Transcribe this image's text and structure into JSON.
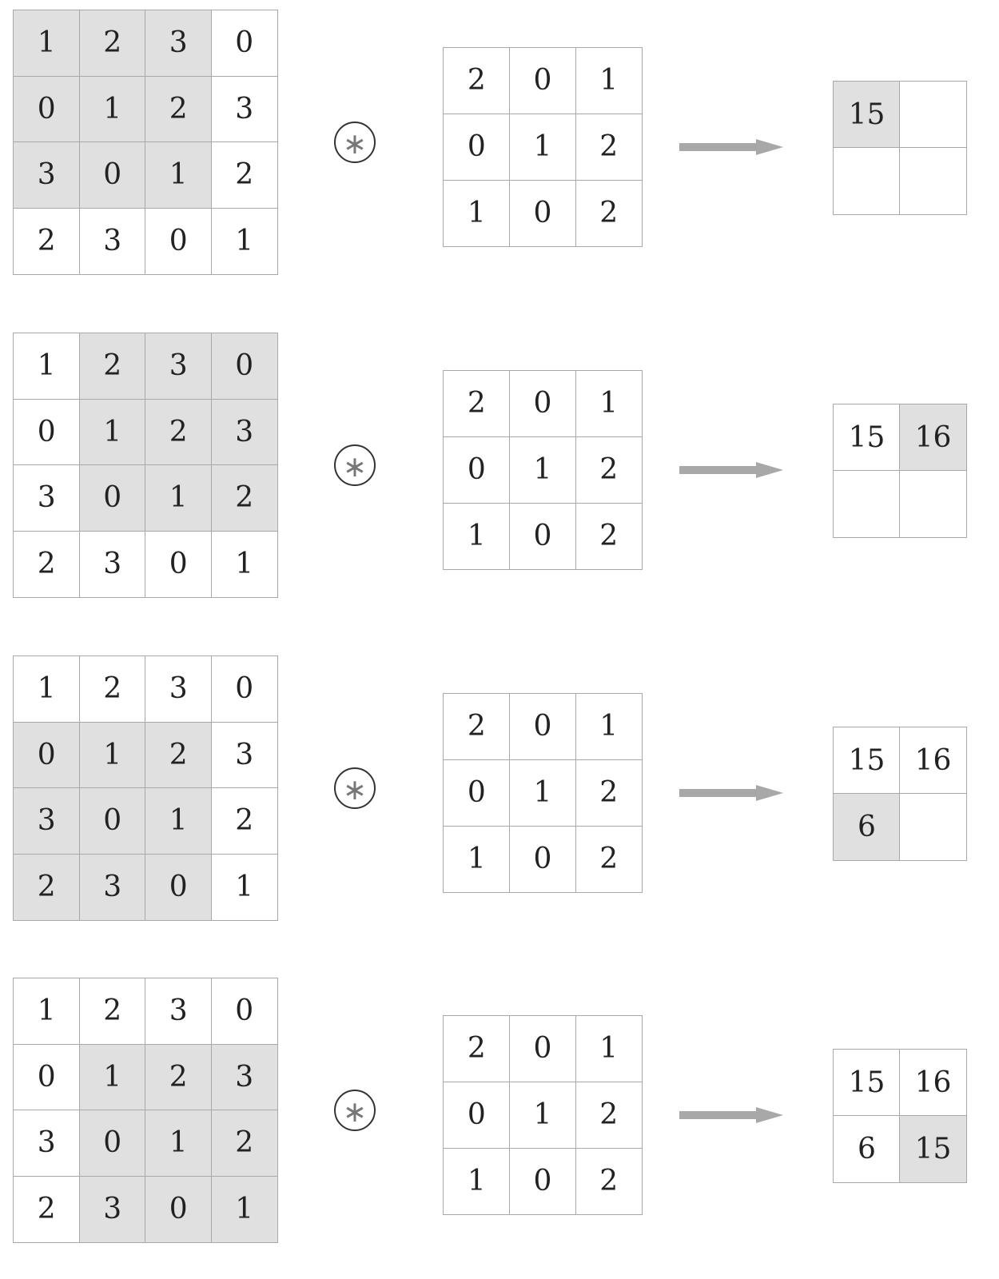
{
  "input_matrix": [
    [
      "1",
      "2",
      "3",
      "0"
    ],
    [
      "0",
      "1",
      "2",
      "3"
    ],
    [
      "3",
      "0",
      "1",
      "2"
    ],
    [
      "2",
      "3",
      "0",
      "1"
    ]
  ],
  "kernel_matrix": [
    [
      "2",
      "0",
      "1"
    ],
    [
      "0",
      "1",
      "2"
    ],
    [
      "1",
      "0",
      "2"
    ]
  ],
  "operator_symbol": "∗",
  "highlight_color": "#e0e0e0",
  "grid_line_color": "#a8a8a8",
  "arrow_color": "#a8a8a8",
  "steps": [
    {
      "window_row": 0,
      "window_col": 0,
      "output": [
        [
          "15",
          ""
        ],
        [
          "",
          ""
        ]
      ],
      "highlight_output": [
        0,
        0
      ]
    },
    {
      "window_row": 0,
      "window_col": 1,
      "output": [
        [
          "15",
          "16"
        ],
        [
          "",
          ""
        ]
      ],
      "highlight_output": [
        0,
        1
      ]
    },
    {
      "window_row": 1,
      "window_col": 0,
      "output": [
        [
          "15",
          "16"
        ],
        [
          "6",
          ""
        ]
      ],
      "highlight_output": [
        1,
        0
      ]
    },
    {
      "window_row": 1,
      "window_col": 1,
      "output": [
        [
          "15",
          "16"
        ],
        [
          "6",
          "15"
        ]
      ],
      "highlight_output": [
        1,
        1
      ]
    }
  ]
}
